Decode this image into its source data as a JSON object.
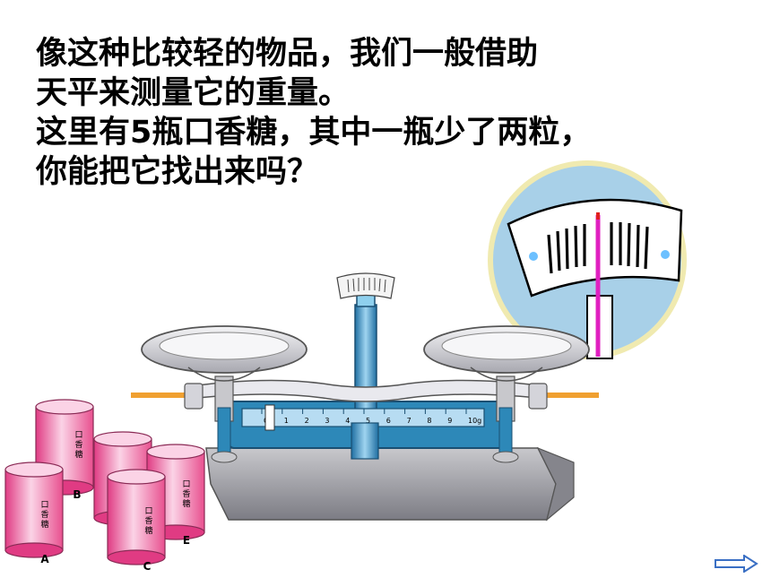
{
  "prompt": {
    "line1": "像这种比较轻的物品，我们一般借助",
    "line2": "天平来测量它的重量。",
    "line3_before": "这里有",
    "line3_num": "5",
    "line3_after": "瓶口香糖，其中一瓶少了两粒，",
    "line4": "你能把它找出来吗？"
  },
  "balance": {
    "scale_ticks": [
      "0",
      "1",
      "2",
      "3",
      "4",
      "5",
      "6",
      "7",
      "8",
      "9",
      "10"
    ],
    "scale_unit": "g"
  },
  "bottles": [
    {
      "id": "A",
      "label": "口香糖"
    },
    {
      "id": "B",
      "label": "口香糖"
    },
    {
      "id": "C",
      "label": "口香糖"
    },
    {
      "id": "E",
      "label": "口香糖"
    }
  ],
  "colors": {
    "bottle_pink": "#e8508f",
    "scale_blue": "#2d88b8",
    "water_blue": "#a8d0e8",
    "pointer_magenta": "#e020c0",
    "rod_orange": "#f0a030",
    "base_gray": "#9a9aa0",
    "arrow_blue": "#3a6fc4"
  },
  "icons": {
    "next": "right-arrow-icon"
  }
}
